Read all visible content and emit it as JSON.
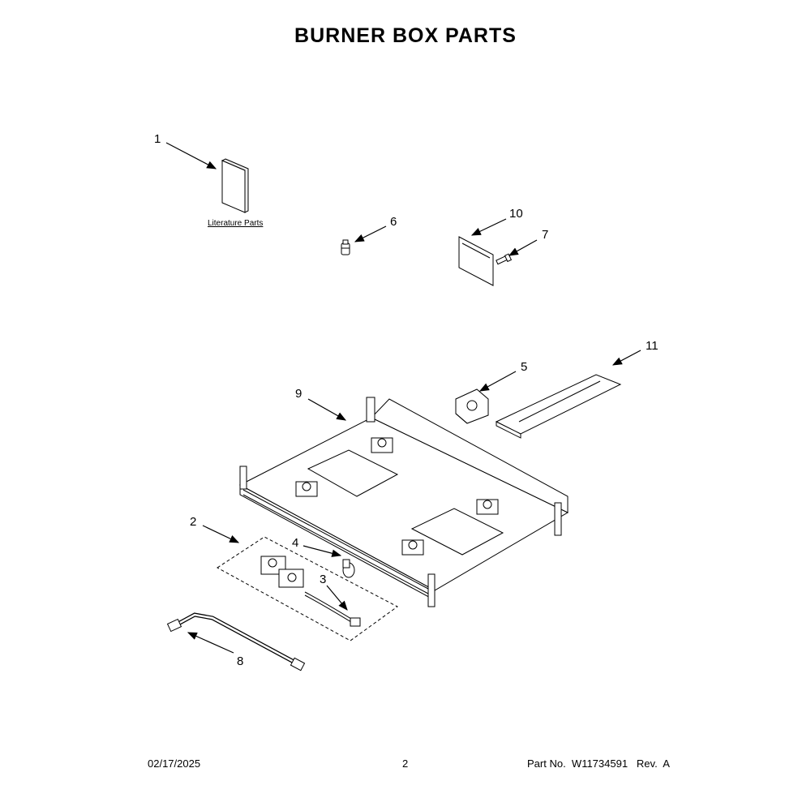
{
  "title": "BURNER BOX PARTS",
  "literature_label": "Literature Parts",
  "callouts": {
    "c1": "1",
    "c2": "2",
    "c3": "3",
    "c4": "4",
    "c5": "5",
    "c6": "6",
    "c7": "7",
    "c8": "8",
    "c9": "9",
    "c10": "10",
    "c11": "11"
  },
  "footer": {
    "date": "02/17/2025",
    "page": "2",
    "part_prefix": "Part No.",
    "part_number": "W11734591",
    "rev_label": "Rev.",
    "rev": "A"
  }
}
